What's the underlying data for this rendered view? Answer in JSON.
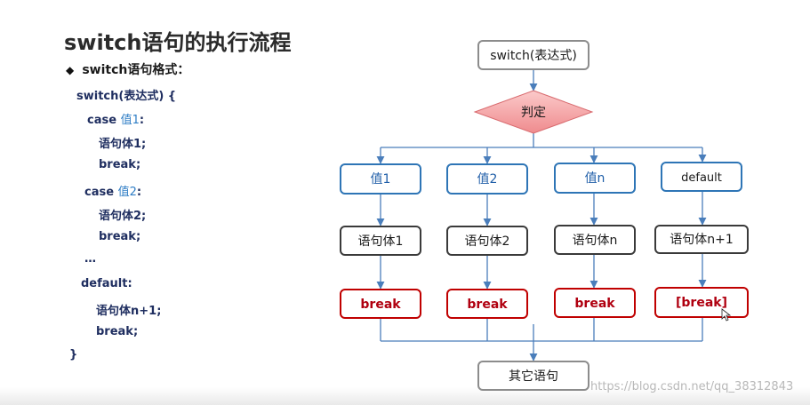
{
  "title": "switch语句的执行流程",
  "subtitle": "switch语句格式：",
  "bullet": "◆",
  "code": {
    "switch_kw": "switch",
    "switch_rest": "(表达式) {",
    "case_kw": "case",
    "val1": "值1",
    "val2": "值2",
    "colon": ":",
    "body1": "语句体1;",
    "break": "break;",
    "body2": "语句体2;",
    "ellipsis": "…",
    "default_label": "default:",
    "body_n1": "语句体n+1;",
    "close": "}"
  },
  "flow": {
    "start": "switch(表达式)",
    "decision": "判定",
    "cases": [
      "值1",
      "值2",
      "值n",
      "default"
    ],
    "bodies": [
      "语句体1",
      "语句体2",
      "语句体n",
      "语句体n+1"
    ],
    "breaks": [
      "break",
      "break",
      "break",
      "[break]"
    ],
    "end": "其它语句"
  },
  "colors": {
    "arrow": "#4a7ebb",
    "case_border": "#2e75b6",
    "body_border": "#3a3a3a",
    "break_border": "#c00000",
    "end_border": "#8c8c8c",
    "diamond_fill": "#f4a4a6"
  },
  "watermark": "https://blog.csdn.net/qq_38312843"
}
